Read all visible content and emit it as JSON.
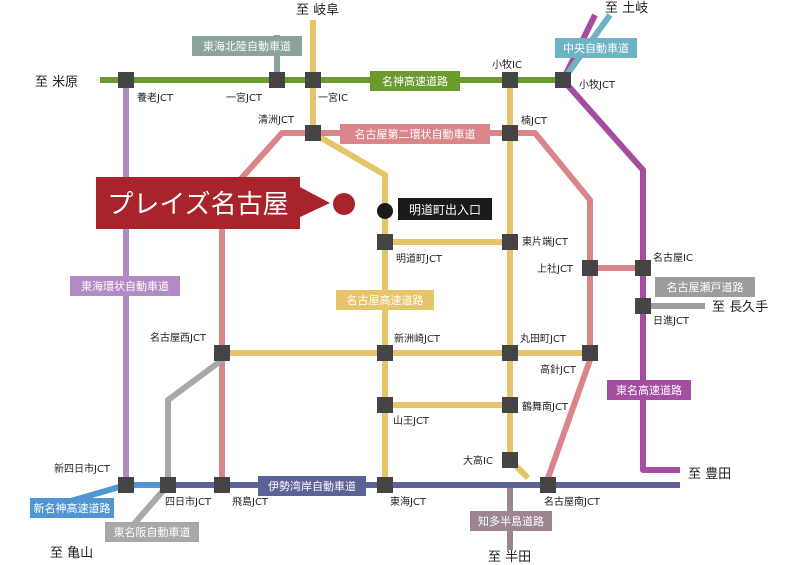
{
  "title": "プレイズ名古屋",
  "exit_label": "明道町出入口",
  "colors": {
    "meishin": "#6a9b2c",
    "nagoya_expressway": "#e6c46a",
    "nagoya_ring": "#d9868a",
    "tokai_ring": "#b48ac4",
    "tomei": "#a54ea1",
    "isewangan": "#5b6296",
    "shinmeishin": "#4f96d2",
    "higashimeihan": "#a8a8a8",
    "chuo": "#6eb3c4",
    "tokai_hokuriku": "#8aa39c",
    "chita": "#9a8590",
    "seto": "#9c9c9c",
    "title_bg": "#a8232a",
    "junction": "#444444"
  },
  "destinations": {
    "gifu": "至 岐阜",
    "toki": "至 土岐",
    "maibara": "至 米原",
    "nagakute": "至 長久手",
    "toyota": "至 豊田",
    "kameyama": "至 亀山",
    "handa": "至 半田"
  },
  "roads": {
    "tokai_hokuriku": "東海北陸自動車道",
    "chuo": "中央自動車道",
    "meishin": "名神高速道路",
    "nagoya_ring2": "名古屋第二環状自動車道",
    "tokai_ring": "東海環状自動車道",
    "nagoya_expressway": "名古屋高速道路",
    "seto": "名古屋瀬戸道路",
    "tomei": "東名高速道路",
    "isewangan": "伊勢湾岸自動車道",
    "shinmeishin": "新名神高速道路",
    "higashimeihan": "東名阪自動車道",
    "chita": "知多半島道路"
  },
  "junctions": {
    "yoro": "養老JCT",
    "ichinomiya_jct": "一宮JCT",
    "ichinomiya_ic": "一宮IC",
    "komaki_ic": "小牧IC",
    "komaki_jct": "小牧JCT",
    "kiyosu": "清洲JCT",
    "kusunoki": "楠JCT",
    "meidocho": "明道町JCT",
    "higashikataha": "東片端JCT",
    "kamiyashiro": "上社JCT",
    "nagoya_ic": "名古屋IC",
    "nisshin": "日進JCT",
    "nagoya_nishi": "名古屋西JCT",
    "shinsuzaki": "新洲崎JCT",
    "marutamachi": "丸田町JCT",
    "takabari": "高針JCT",
    "sanno": "山王JCT",
    "tsurumai": "鶴舞南JCT",
    "odaka": "大高IC",
    "yokkaichi": "新四日市JCT",
    "yokkaichi_jct": "四日市JCT",
    "tobishima": "飛島JCT",
    "tokai": "東海JCT",
    "nagoya_minami": "名古屋南JCT"
  }
}
